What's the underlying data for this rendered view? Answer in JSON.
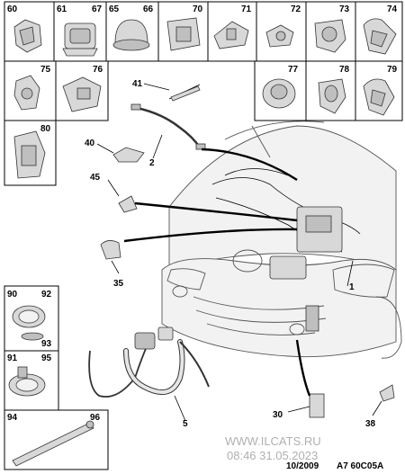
{
  "grid_top": {
    "cells": [
      {
        "labels": [
          "60"
        ]
      },
      {
        "labels": [
          "61",
          "67"
        ]
      },
      {
        "labels": [
          "65",
          "66"
        ]
      },
      {
        "labels": [
          "70"
        ]
      },
      {
        "labels": [
          "71"
        ]
      },
      {
        "labels": [
          "72"
        ]
      },
      {
        "labels": [
          "73"
        ]
      },
      {
        "labels": [
          "74"
        ]
      }
    ]
  },
  "grid_row2_left": {
    "cells": [
      {
        "labels": [
          "75"
        ]
      },
      {
        "labels": [
          "76"
        ]
      }
    ]
  },
  "grid_row2_right": {
    "cells": [
      {
        "labels": [
          "77"
        ]
      },
      {
        "labels": [
          "78"
        ]
      },
      {
        "labels": [
          "79"
        ]
      }
    ]
  },
  "grid_row3_left": {
    "cells": [
      {
        "labels": [
          "80"
        ]
      }
    ]
  },
  "grid_left_bottom": {
    "cells": [
      {
        "labels": [
          "90",
          "92",
          "93"
        ]
      },
      {
        "labels": [
          "91",
          "95"
        ]
      },
      {
        "labels": [
          "94",
          "96"
        ]
      }
    ]
  },
  "callouts": {
    "l41": "41",
    "l2": "2",
    "l40": "40",
    "l45": "45",
    "l35": "35",
    "l1": "1",
    "l5": "5",
    "l30": "30",
    "l38": "38"
  },
  "footer": {
    "watermark_line1": "WWW.ILCATS.RU",
    "watermark_line2": "08:46 31.05.2023",
    "date": "10/2009",
    "code": "A7 60C05A"
  }
}
